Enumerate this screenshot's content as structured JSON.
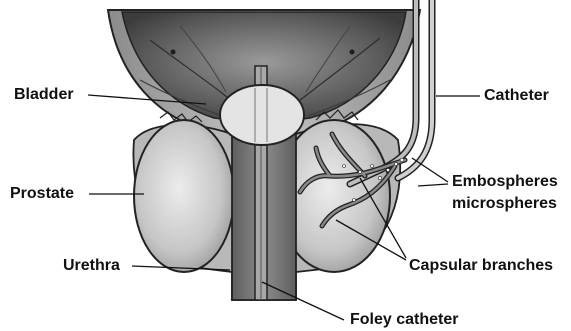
{
  "labels": {
    "bladder": "Bladder",
    "prostate": "Prostate",
    "urethra": "Urethra",
    "catheter": "Catheter",
    "embospheres_line1": "Embospheres",
    "embospheres_line2": "microspheres",
    "capsular_branches": "Capsular branches",
    "foley_catheter": "Foley catheter"
  },
  "colors": {
    "ink": "#111111",
    "bladder_dark": "#5a5a5a",
    "tissue_light": "#cfcfcf",
    "balloon": "#e4e4e4",
    "vessel": "#7a7a7a"
  }
}
